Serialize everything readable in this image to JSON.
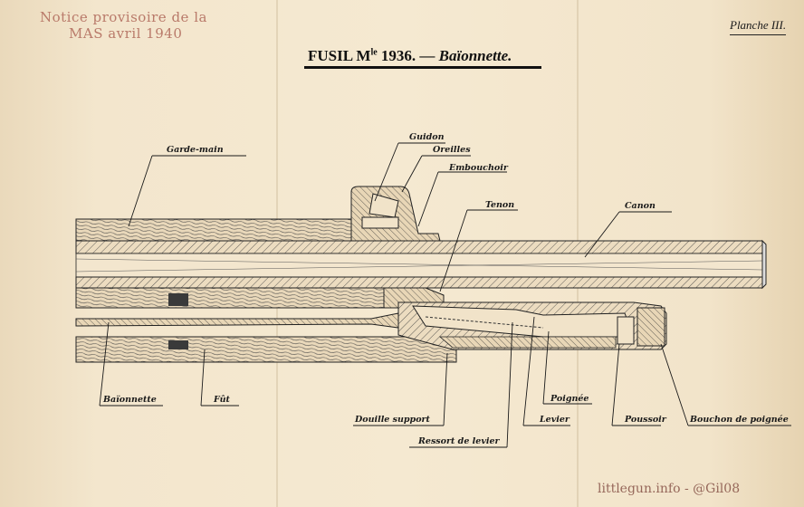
{
  "stamp": {
    "line1": "Notice provisoire de la",
    "line2": "MAS avril 1940"
  },
  "plate": "Planche III.",
  "title": {
    "main": "FUSIL M",
    "superscript": "le",
    "year": " 1936. — ",
    "subject": "Baïonnette."
  },
  "labels": {
    "garde_main": "Garde-main",
    "guidon": "Guidon",
    "oreilles": "Oreilles",
    "embouchoir": "Embouchoir",
    "tenon": "Tenon",
    "canon": "Canon",
    "baionnette": "Baïonnette",
    "fut": "Fût",
    "douille_support": "Douille support",
    "ressort_de_levier": "Ressort de levier",
    "levier": "Levier",
    "poignee": "Poignée",
    "poussoir": "Poussoir",
    "bouchon_de_poignee": "Bouchon de poignée"
  },
  "watermark": "littlegun.info - @Gil08",
  "colors": {
    "paper": "#f1e3c9",
    "ink": "#1a1a1a",
    "stamp": "#b97a6a"
  }
}
